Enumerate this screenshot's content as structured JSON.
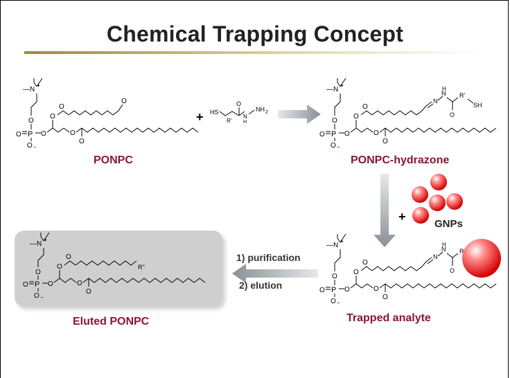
{
  "slide": {
    "title": "Chemical Trapping Concept",
    "accent_color": "#8a1538",
    "arrow_color": "#9aa0a6"
  },
  "molecules": {
    "ponpc": {
      "caption": "PONPC"
    },
    "reagent": {
      "label": "HS-R'-C(=O)-NH-NH2"
    },
    "hydrazone": {
      "caption": "PONPC-hydrazone"
    },
    "trapped": {
      "caption": "Trapped analyte"
    },
    "eluted": {
      "caption": "Eluted PONPC"
    }
  },
  "reaction": {
    "plus_1": "+",
    "plus_2": "+",
    "gnps_label": "GNPs",
    "step_1": "1) purification",
    "step_2": "2) elution"
  }
}
